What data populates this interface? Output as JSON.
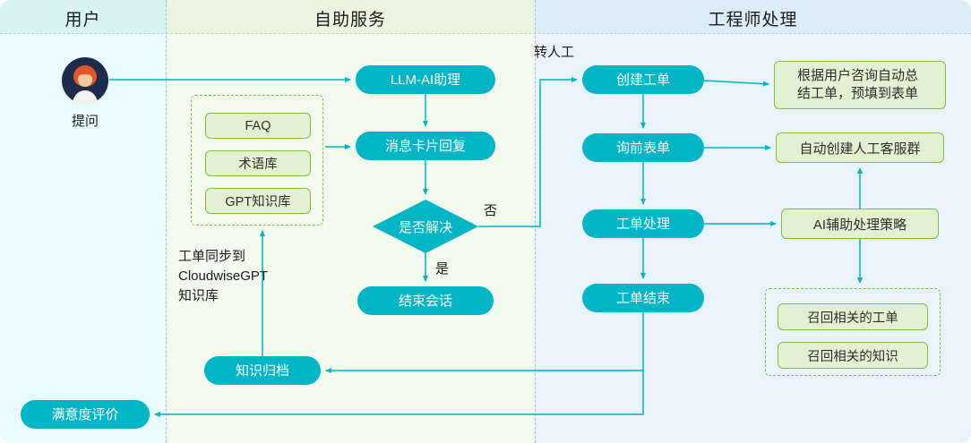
{
  "header": {
    "lanes": [
      {
        "title": "用户"
      },
      {
        "title": "自助服务"
      },
      {
        "title": "工程师处理"
      }
    ]
  },
  "user_lane": {
    "avatar_icon": "person-icon",
    "ask_label": "提问"
  },
  "self_lane": {
    "llm": "LLM-AI助理",
    "card_reply": "消息卡片回复",
    "kb_items": [
      {
        "label": "FAQ"
      },
      {
        "label": "术语库"
      },
      {
        "label": "GPT知识库"
      }
    ],
    "decision": "是否解决",
    "yes_label": "是",
    "no_label": "否",
    "end_session": "结束会话",
    "archive": "知识归档",
    "satisfaction": "满意度评价",
    "sync_note": "工单同步到\nCloudwiseGPT\n知识库"
  },
  "eng_lane": {
    "to_human": "转人工",
    "create_ticket": "创建工单",
    "pre_form": "询前表单",
    "ticket_process": "工单处理",
    "ticket_end": "工单结束",
    "auto_summary": "根据用户咨询自动总结工单，预填到表单",
    "auto_group": "自动创建人工客服群",
    "ai_strategy": "AI辅助处理策略",
    "recall_items": [
      {
        "label": "召回相关的工单"
      },
      {
        "label": "召回相关的知识"
      }
    ]
  },
  "colors": {
    "node_teal": "#00b5c5",
    "green_box_bg": "#e3f1d3",
    "green_border": "#7fbe41",
    "arrow": "#00b4c4"
  }
}
